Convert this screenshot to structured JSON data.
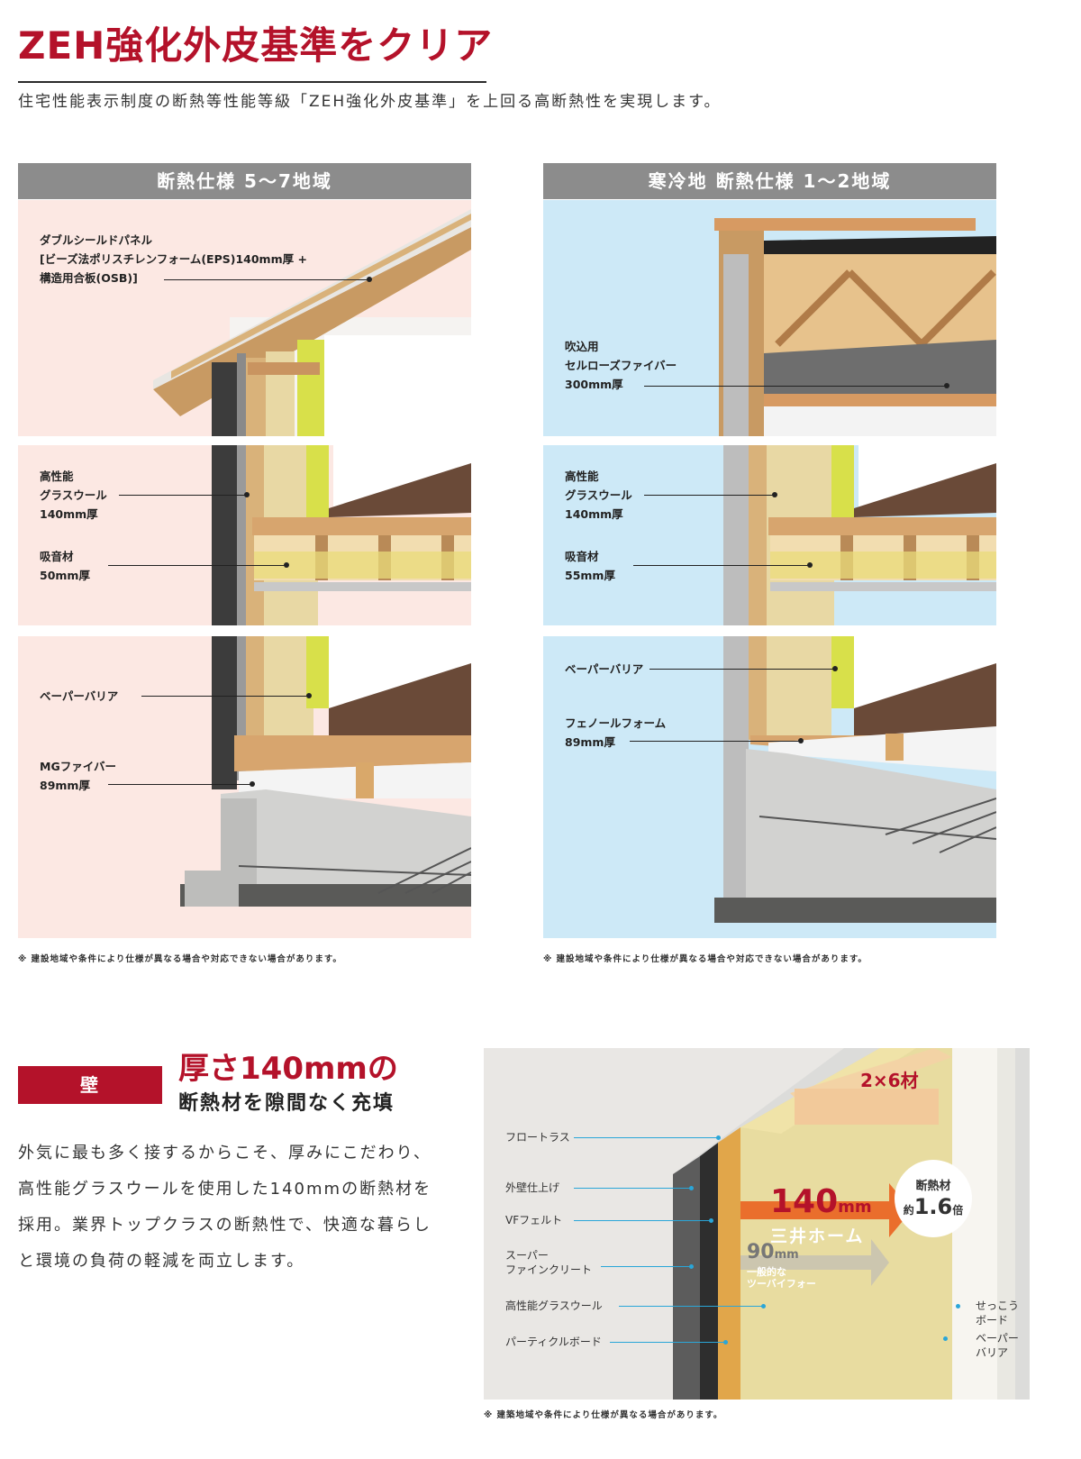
{
  "header": {
    "title": "ZEH強化外皮基準をクリア",
    "subtitle": "住宅性能表示制度の断熱等性能等級「ZEH強化外皮基準」を上回る高断熱性を実現します。"
  },
  "panels": {
    "left": {
      "heading": "断熱仕様 5〜7地域",
      "roof": [
        "ダブルシールドパネル",
        "[ビーズ法ポリスチレンフォーム(EPS)140mm厚 +",
        "構造用合板(OSB)]"
      ],
      "wall_glass": [
        "高性能",
        "グラスウール",
        "140mm厚"
      ],
      "sound": [
        "吸音材",
        "50mm厚"
      ],
      "vapor": "ベーパーバリア",
      "floor": [
        "MGファイバー",
        "89mm厚"
      ],
      "note": "※ 建設地域や条件により仕様が異なる場合や対応できない場合があります。"
    },
    "right": {
      "heading": "寒冷地 断熱仕様 1〜2地域",
      "ceiling": [
        "吹込用",
        "セルローズファイバー",
        "300mm厚"
      ],
      "wall_glass": [
        "高性能",
        "グラスウール",
        "140mm厚"
      ],
      "sound": [
        "吸音材",
        "55mm厚"
      ],
      "vapor": "ベーパーバリア",
      "floor": [
        "フェノールフォーム",
        "89mm厚"
      ],
      "note": "※ 建設地域や条件により仕様が異なる場合や対応できない場合があります。"
    }
  },
  "wall": {
    "tag": "壁",
    "headline": "厚さ140mmの",
    "subheadline": "断熱材を隙間なく充填",
    "body": "外気に最も多く接するからこそ、厚みにこだわり、高性能グラスウールを使用した140mmの断熱材を採用。業界トップクラスの断熱性で、快適な暮らしと環境の負荷の軽減を両立します。",
    "figure": {
      "stud_label": "2×6材",
      "labels_left": [
        "フロートラス",
        "外壁仕上げ",
        "VFフェルト",
        "スーパー",
        "ファインクリート",
        "高性能グラスウール",
        "パーティクルボード"
      ],
      "labels_right": [
        "せっこう",
        "ボード",
        "ベーパー",
        "バリア"
      ],
      "mitsui_value": "140",
      "mitsui_unit": "mm",
      "mitsui_name": "三井ホーム",
      "general_value": "90",
      "general_unit": "mm",
      "general_name": [
        "一般的な",
        "ツーバイフォー"
      ],
      "badge": [
        "断熱材",
        "約",
        "1.6",
        "倍"
      ],
      "note": "※ 建築地域や条件により仕様が異なる場合があります。"
    }
  },
  "colors": {
    "accent": "#b4122a",
    "pink_bg": "#fce8e3",
    "blue_bg": "#cde9f7",
    "header_gray": "#8c8c8c"
  }
}
